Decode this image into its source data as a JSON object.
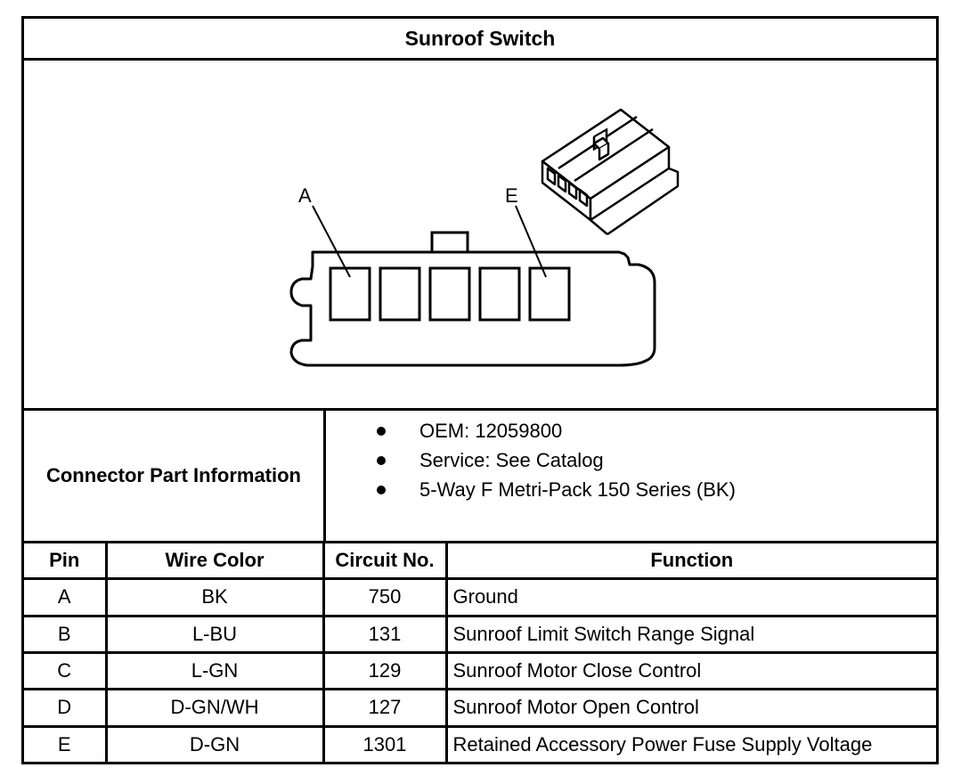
{
  "title": "Sunroof Switch",
  "diagram": {
    "callouts": [
      "A",
      "E"
    ],
    "cavity_count": 5
  },
  "connector_info": {
    "label": "Connector Part Information",
    "items": [
      "OEM: 12059800",
      "Service: See Catalog",
      "5-Way F Metri-Pack 150 Series (BK)"
    ]
  },
  "pin_table": {
    "headers": [
      "Pin",
      "Wire Color",
      "Circuit No.",
      "Function"
    ],
    "rows": [
      [
        "A",
        "BK",
        "750",
        "Ground"
      ],
      [
        "B",
        "L-BU",
        "131",
        "Sunroof Limit Switch Range Signal"
      ],
      [
        "C",
        "L-GN",
        "129",
        "Sunroof Motor Close Control"
      ],
      [
        "D",
        "D-GN/WH",
        "127",
        "Sunroof Motor Open Control"
      ],
      [
        "E",
        "D-GN",
        "1301",
        "Retained Accessory Power Fuse Supply Voltage"
      ]
    ]
  }
}
